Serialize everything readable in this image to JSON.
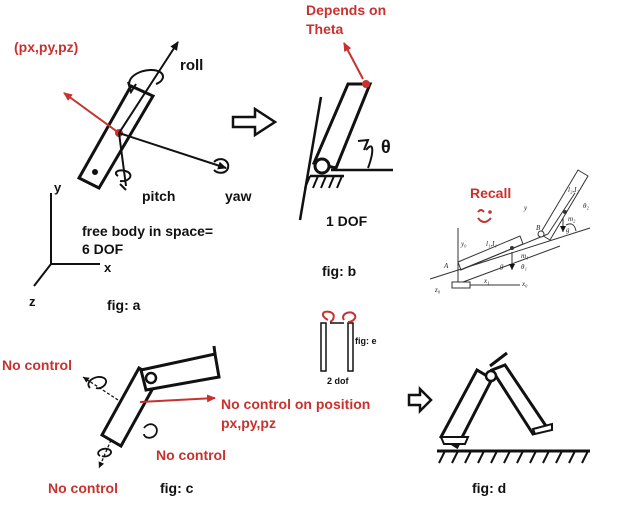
{
  "colors": {
    "ink": "#111111",
    "accent": "#c8322e",
    "background": "#ffffff"
  },
  "labels": {
    "pxpypz": "(px,py,pz)",
    "roll": "roll",
    "pitch": "pitch",
    "yaw": "yaw",
    "free_body_line1": "free body in space=",
    "free_body_line2": "6 DOF",
    "axis_y": "y",
    "axis_x": "x",
    "axis_z": "z",
    "fig_a": "fig: a",
    "depends_line1": "Depends on",
    "depends_line2": "Theta",
    "theta": "θ",
    "one_dof": "1 DOF",
    "fig_b": "fig: b",
    "recall": "Recall",
    "fig_e": "fig: e",
    "two_dof": "2 dof",
    "no_control_1": "No control",
    "no_control_position_line1": "No control on position",
    "no_control_position_line2": "px,py,pz",
    "no_control_2": "No control",
    "no_control_3": "No control",
    "fig_c": "fig: c",
    "fig_d": "fig: d"
  },
  "icons": {
    "arrow_a_to_b": "hollow-right-arrow-icon",
    "arrow_e_to_d": "hollow-right-arrow-icon",
    "recall_face": "smiley-icon"
  }
}
